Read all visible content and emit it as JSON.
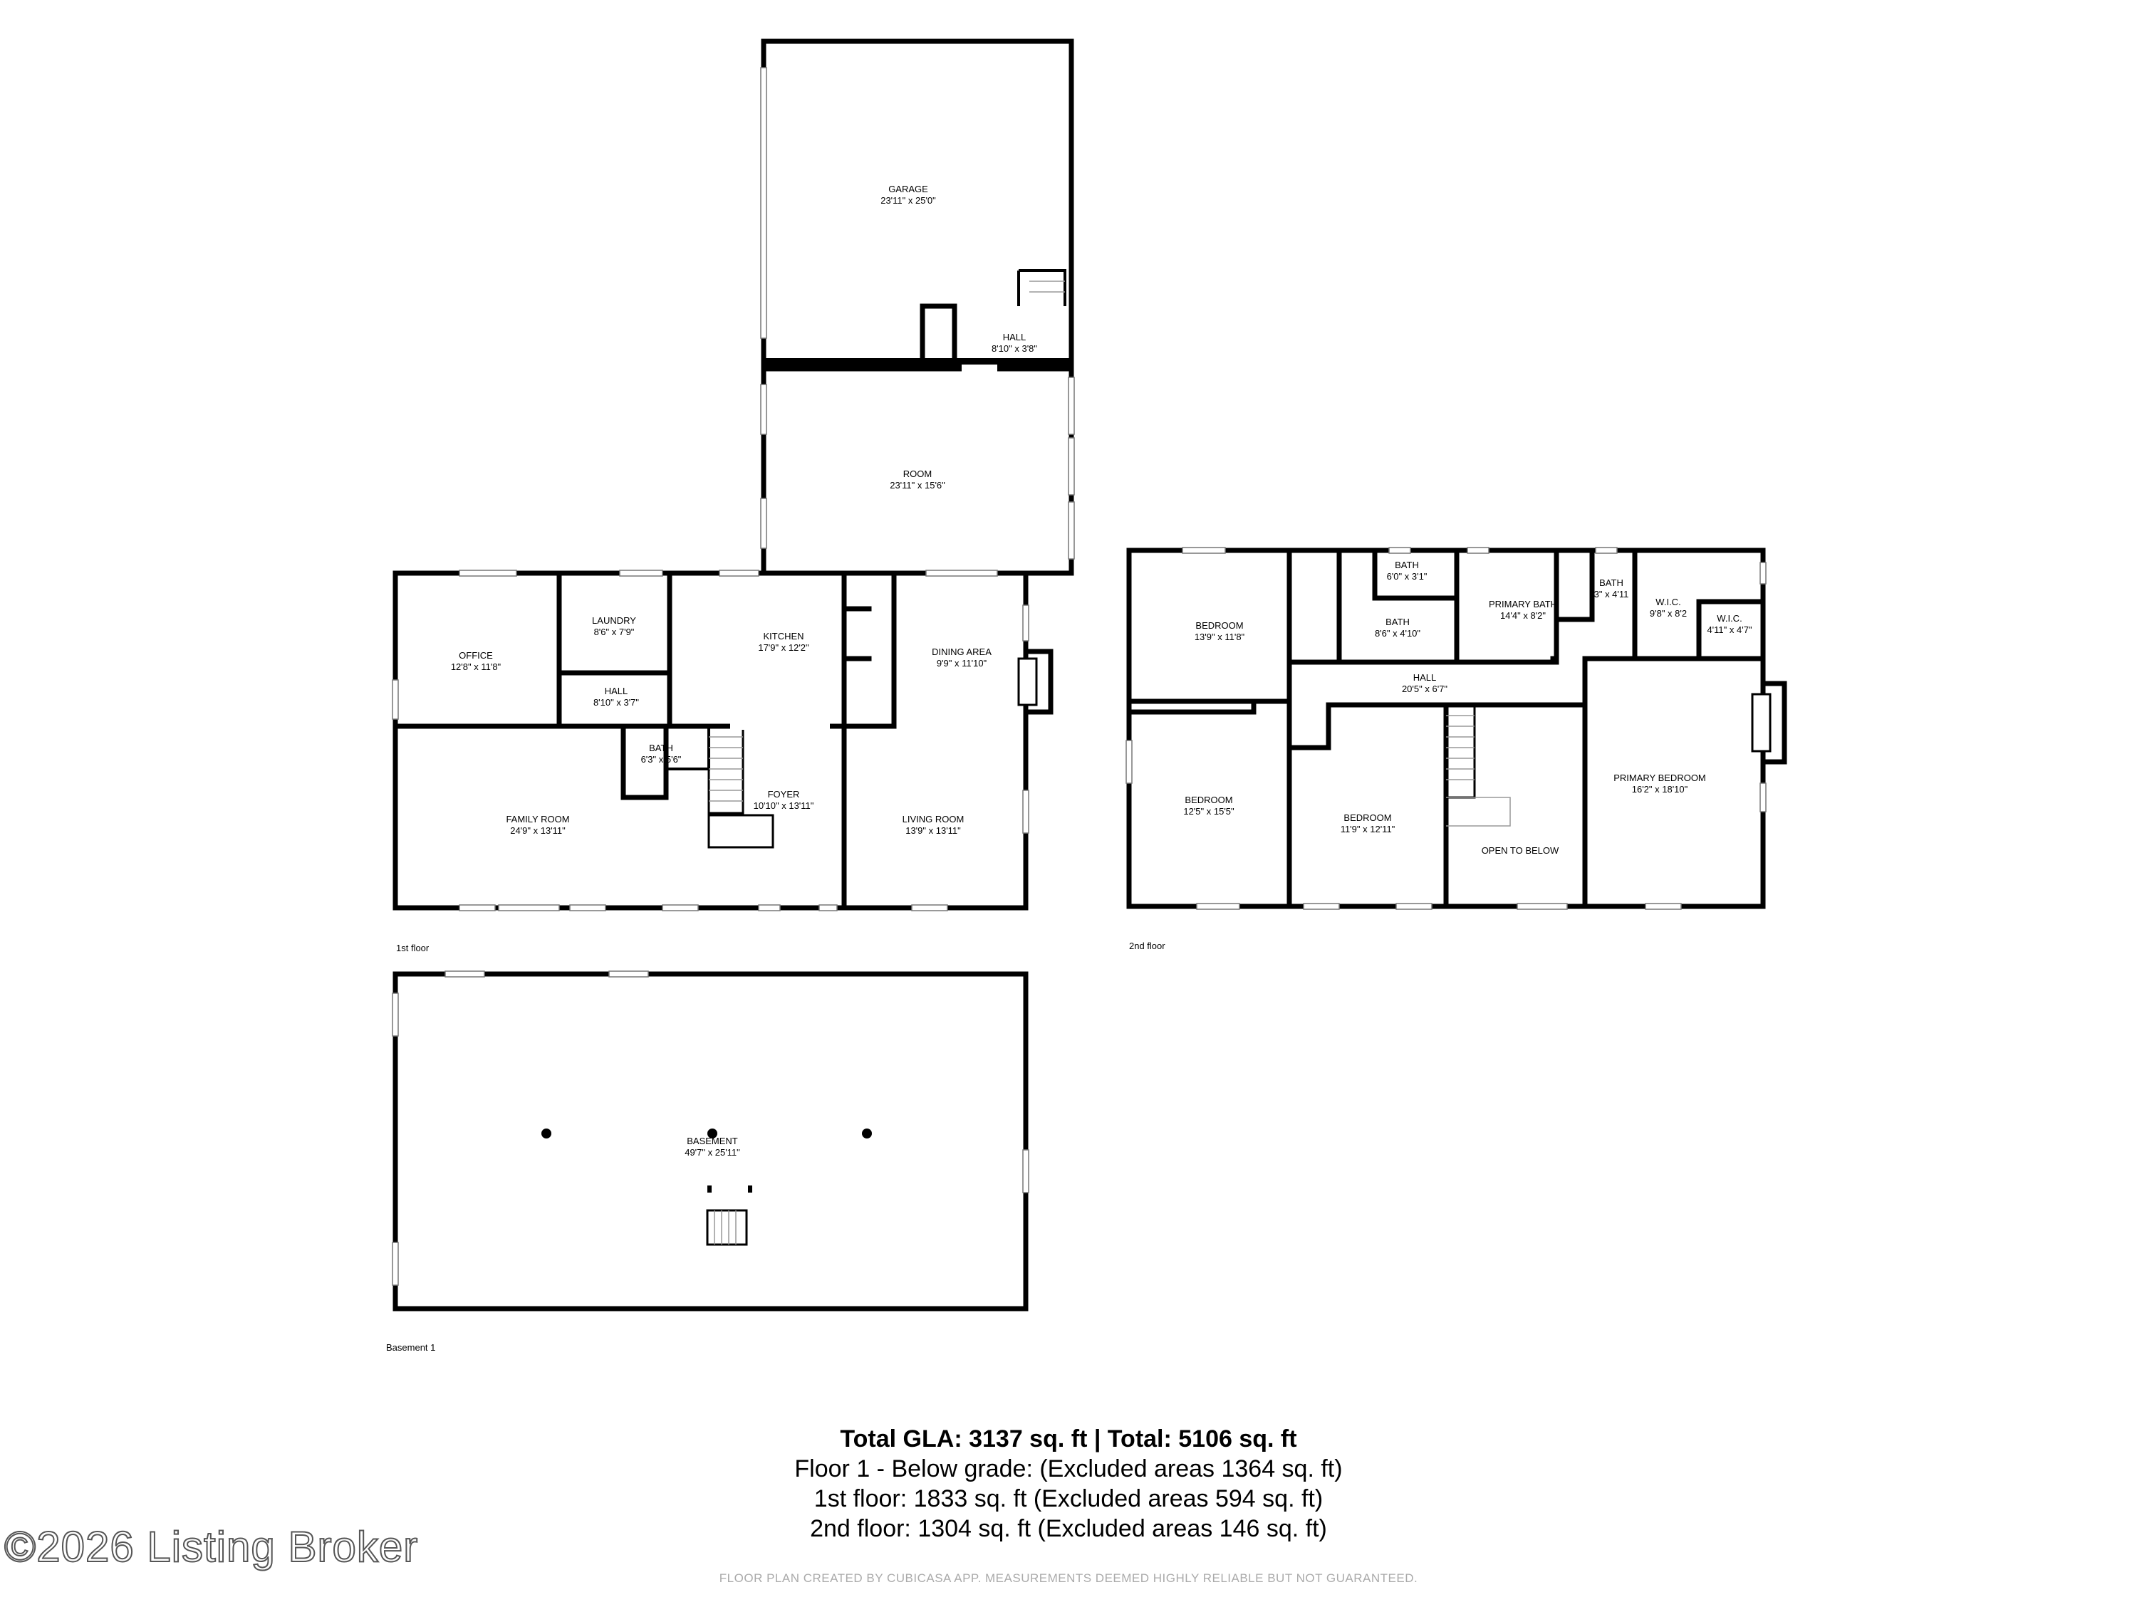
{
  "floors": [
    {
      "id": "first",
      "label": "1st floor",
      "rooms": [
        {
          "name": "GARAGE",
          "size": "23'11\" x 25'0\""
        },
        {
          "name": "HALL",
          "size": "8'10\" x 3'8\""
        },
        {
          "name": "ROOM",
          "size": "23'11\" x 15'6\""
        },
        {
          "name": "OFFICE",
          "size": "12'8\" x 11'8\""
        },
        {
          "name": "LAUNDRY",
          "size": "8'6\" x 7'9\""
        },
        {
          "name": "KITCHEN",
          "size": "17'9\" x 12'2\""
        },
        {
          "name": "DINING AREA",
          "size": "9'9\" x 11'10\""
        },
        {
          "name": "HALL",
          "size": "8'10\" x 3'7\""
        },
        {
          "name": "BATH",
          "size": "6'3\" x 5'6\""
        },
        {
          "name": "FAMILY ROOM",
          "size": "24'9\" x 13'11\""
        },
        {
          "name": "FOYER",
          "size": "10'10\" x 13'11\""
        },
        {
          "name": "LIVING ROOM",
          "size": "13'9\" x 13'11\""
        }
      ]
    },
    {
      "id": "second",
      "label": "2nd floor",
      "rooms": [
        {
          "name": "BEDROOM",
          "size": "13'9\" x 11'8\""
        },
        {
          "name": "BATH",
          "size": "6'0\" x 3'1\""
        },
        {
          "name": "BATH",
          "size": "8'6\" x 4'10\""
        },
        {
          "name": "PRIMARY BATH",
          "size": "14'4\" x 8'2\""
        },
        {
          "name": "BATH",
          "size": "3\" x 4'11"
        },
        {
          "name": "W.I.C.",
          "size": "9'8\" x 8'2"
        },
        {
          "name": "W.I.C.",
          "size": "4'11\" x 4'7\""
        },
        {
          "name": "HALL",
          "size": "20'5\" x 6'7\""
        },
        {
          "name": "BEDROOM",
          "size": "12'5\" x 15'5\""
        },
        {
          "name": "BEDROOM",
          "size": "11'9\" x 12'11\""
        },
        {
          "name": "OPEN TO BELOW",
          "size": ""
        },
        {
          "name": "PRIMARY BEDROOM",
          "size": "16'2\" x 18'10\""
        }
      ]
    },
    {
      "id": "basement",
      "label": "Basement 1",
      "rooms": [
        {
          "name": "BASEMENT",
          "size": "49'7\" x 25'11\""
        }
      ]
    }
  ],
  "summary": {
    "total": "Total GLA: 3137 sq. ft | Total: 5106 sq. ft",
    "lines": [
      "Floor 1 - Below grade: (Excluded areas 1364 sq. ft)",
      "1st floor: 1833 sq. ft (Excluded areas 594 sq. ft)",
      "2nd floor: 1304 sq. ft (Excluded areas 146 sq. ft)"
    ]
  },
  "watermark": "©2026 Listing Broker",
  "credit": "FLOOR PLAN CREATED BY CUBICASA APP. MEASUREMENTS DEEMED HIGHLY RELIABLE BUT NOT GUARANTEED."
}
